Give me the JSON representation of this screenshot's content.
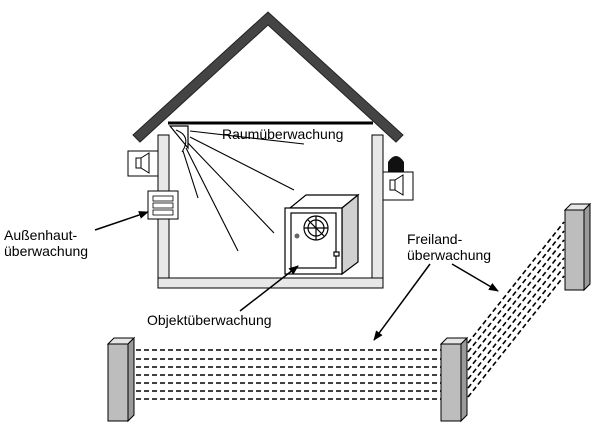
{
  "labels": {
    "raum": "Raumüberwachung",
    "aussenhaut_line1": "Außenhaut-",
    "aussenhaut_line2": "überwachung",
    "objekt": "Objektüberwachung",
    "freiland_line1": "Freiland-",
    "freiland_line2": "überwachung"
  },
  "colors": {
    "roof": "#444444",
    "wall_fill": "#e8e8e8",
    "post_fill": "#bdbdbd",
    "line": "#000000"
  },
  "icons": [
    "speaker-icon",
    "siren-speaker-icon",
    "motion-detector-icon",
    "door-contact-icon",
    "safe-icon"
  ]
}
